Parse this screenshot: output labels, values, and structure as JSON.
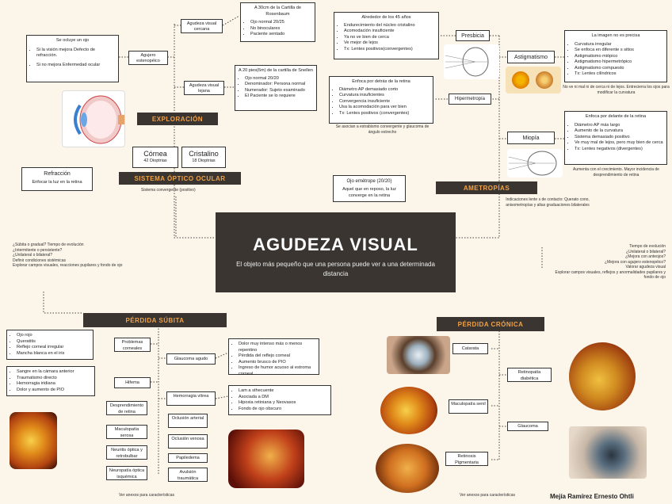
{
  "central": {
    "title": "AGUDEZA VISUAL",
    "subtitle": "El objeto más pequeño que una persona puede ver a una determinada distancia"
  },
  "exploracion": {
    "header": "EXPLORACIÓN",
    "cerca_label": "Agudeza visual cercana",
    "lejos_label": "Agudeza visual lejana",
    "cerca_box": {
      "title": "A 30cm de la Cartilla de Rosenbaum",
      "items": [
        "Ojo normal 20/25",
        "No binoculares",
        "Paciente sentado"
      ]
    },
    "lejos_box": {
      "title": "A 20 pies(6m) de la cartilla de Snellen",
      "items": [
        "Ojo normal 20/20",
        "Denominador: Persona normal",
        "Numerador: Sujeto examinado",
        "El Paciente se lo requiere"
      ]
    },
    "agujero_label": "Agujero estenopéico",
    "agujero_box": {
      "title": "Se ocluye un ojo",
      "items": [
        "Si la visión mejora Defecto de refracción.",
        "Si no mejora Enfermedad ocular"
      ]
    }
  },
  "sistema_optico": {
    "header": "SISTEMA ÓPTICO OCULAR",
    "caption": "Sistema convergente (positivo)",
    "cornea_title": "Córnea",
    "cornea_value": "42 Dioptrias",
    "cristalino_title": "Cristalino",
    "cristalino_value": "18 Dioptrias",
    "refraccion_title": "Refracción",
    "refraccion_text": "Enfocar la luz en la retina"
  },
  "ametropias": {
    "header": "AMETROPÍAS",
    "caption": "Indicaciones lente s de contacto: Querato cono, anisometropías y altas graduaciones bilaterales",
    "emetrope": {
      "title": "Ojo emétrope (20/20)",
      "text": "Aquel que en reposo, la luz converge en la retina"
    },
    "presbicia": {
      "label": "Presbicia",
      "title": "Alrededor de los 45 años",
      "items": [
        "Endurecimiento del núcleo cristalino",
        "Acomodación insuficiente",
        "Ya no ve bien de cerca",
        "Ve mejor de lejos",
        "Tx: Lentes positivos(convergentes)"
      ]
    },
    "hipermetropia": {
      "label": "Hipermetropía",
      "title": "Enfoca por detrás de la retina",
      "items": [
        "Diámetro AP demasiado corto",
        "Curvatura insuficientes",
        "Convergencia insuficiente",
        "Usa la acomodación para ver bien",
        "Tx: Lentes positivos (convergentes)"
      ],
      "note": "Se asocian a estrabismo convergente y glaucoma de ángulo estrecho"
    },
    "astigmatismo": {
      "label": "Astigmatismo",
      "title": "La imagen no es precisa",
      "items": [
        "Curvatura irregular",
        "Se enfoca en diferente s sitios",
        "Astigmatismo miópico",
        "Astigmatismo hipermetrópico",
        "Astigmatismo compuesto",
        "Tx: Lentes cilíndricos"
      ],
      "note": "No ve ni mal ni de cerca ni de lejos. Entrecierra los ojos para modificar la curvatura"
    },
    "miopia": {
      "label": "Miopía",
      "title": "Enfoca por delante de la retina",
      "items": [
        "Diámetro AP más largo",
        "Aumento de la curvatura",
        "Sistema demasiado positivo",
        "Ve muy mal de lejos, pero muy bien de cerca",
        "Tx: Lentes negativos (divergentes)"
      ],
      "note": "Aumenta con el crecimiento. Mayor incidencia de desprendimiento de retina"
    }
  },
  "perdida_subita": {
    "header": "PÉRDIDA SÚBITA",
    "questions": [
      "¿Súbita o gradual? Tiempo de evolución",
      "¿Intermitente o persistente?",
      "¿Unilateral o bilateral?",
      "Definir condiciones sistémicas",
      "Explorar campos visuales, reacciones pupilares y fondo de ojo"
    ],
    "problemas_label": "Problemas corneales",
    "problemas_items": [
      "Ojo rojo",
      "Queratitis",
      "Reflejo corneal irregular",
      "Mancha blanca en el iris"
    ],
    "glaucoma_label": "Glaucoma agudo",
    "glaucoma_items": [
      "Dolor muy intenso más o menos repentino",
      "Pérdida del reflejo corneal",
      "Aumento brusco de PIO",
      "Ingreso de humor acuoso al estroma corneal"
    ],
    "hifema_label": "Hifema",
    "hifema_items": [
      "Sangre en la cámara anterior",
      "Traumatismo directo",
      "Hemorragia iridiana",
      "Dolor y aumento de PIO"
    ],
    "hemorragia_label": "Hemorragia vítrea",
    "hemorragia_items": [
      "Lam a sthecuente",
      "Asociada a DM",
      "Hipoxia retiniana y Neovasos",
      "Fondo de ojo obscuro"
    ],
    "others": [
      "Desprendimiento de retina",
      "Maculopatía serosa",
      "Neuritis óptica y retrobulbar",
      "Neuropatía óptica isquémica"
    ],
    "others_right": [
      "Oclusión arterial",
      "Oclusión venosa",
      "Papiledema",
      "Avulsión traumática"
    ],
    "footer": "Ver anexos para características"
  },
  "perdida_cronica": {
    "header": "PÉRDIDA CRÓNICA",
    "questions": [
      "Tiempo de evolución",
      "¿Unilateral o bilateral?",
      "¿Mejora con anteojos?",
      "¿Mejora con agujero estenopéico?",
      "Valorar agudeza visual",
      "Explorar campos visuales, reflejos y anormalidades pupilares y fondo de ojo"
    ],
    "items": [
      "Catarata",
      "Retinopatía diabética",
      "Maculopatía senil",
      "Glaucoma",
      "Retinosis Pigmentaria"
    ],
    "footer": "Ver anexos para características",
    "author": "Mejía Ramírez Ernesto Ohtli"
  }
}
